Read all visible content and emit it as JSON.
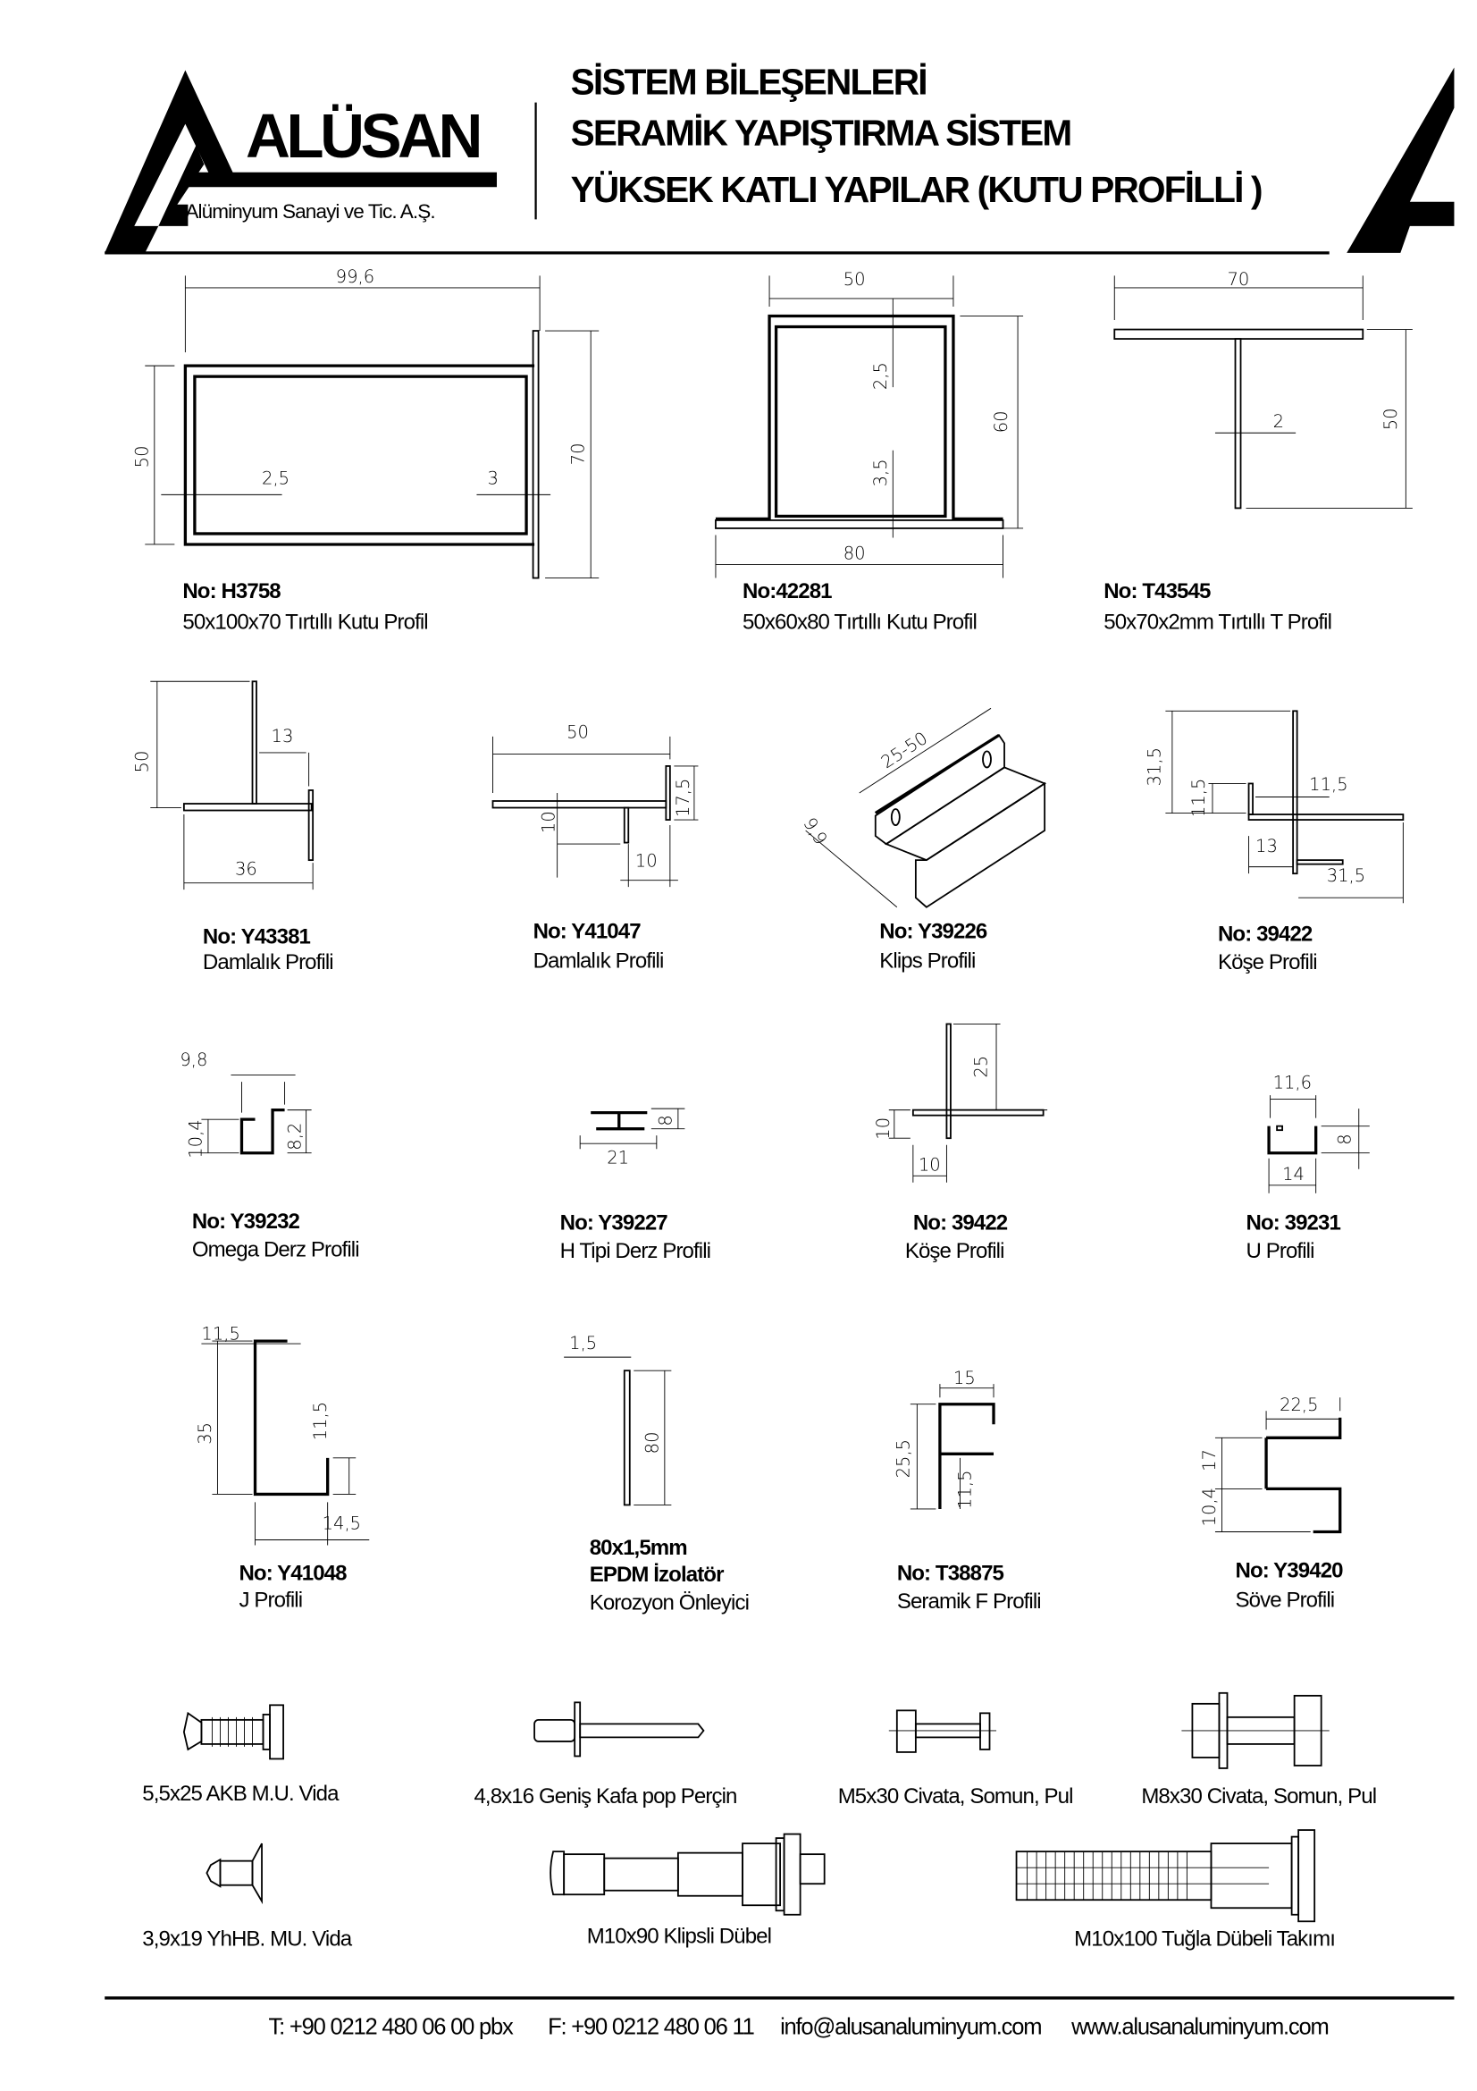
{
  "header": {
    "logo_name": "ALÜSAN",
    "logo_subtitle": "Alüminyum Sanayi ve Tic. A.Ş.",
    "title_lines": [
      "SİSTEM BİLEŞENLERİ",
      "SERAMİK YAPIŞTIRMA SİSTEM",
      "YÜKSEK KATLI YAPILAR (KUTU PROFİLLİ )"
    ]
  },
  "profiles": [
    {
      "no": "No: H3758",
      "name": "50x100x70 Tırtıllı Kutu Profil",
      "dims": [
        "99,6",
        "50",
        "70",
        "2,5",
        "3"
      ]
    },
    {
      "no": "No:42281",
      "name": "50x60x80 Tırtıllı Kutu Profil",
      "dims": [
        "50",
        "60",
        "2,5",
        "3,5",
        "80"
      ]
    },
    {
      "no": "No: T43545",
      "name": "50x70x2mm Tırtıllı T Profil",
      "dims": [
        "70",
        "50",
        "2"
      ]
    },
    {
      "no": "No: Y43381",
      "name": "Damlalık Profili",
      "dims": [
        "50",
        "13",
        "36"
      ]
    },
    {
      "no": "No: Y41047",
      "name": "Damlalık Profili",
      "dims": [
        "50",
        "17,5",
        "10",
        "10"
      ]
    },
    {
      "no": "No: Y39226",
      "name": "Klips Profili",
      "dims": [
        "25-50",
        "9,9"
      ]
    },
    {
      "no": "No: 39422",
      "name": "Köşe Profili",
      "dims": [
        "31,5",
        "11,5",
        "11,5",
        "13",
        "31,5"
      ]
    },
    {
      "no": "No: Y39232",
      "name": "Omega Derz Profili",
      "dims": [
        "9,8",
        "10,4",
        "8,2"
      ]
    },
    {
      "no": "No: Y39227",
      "name": "H Tipi Derz Profili",
      "dims": [
        "8",
        "21"
      ]
    },
    {
      "no": "No: 39422",
      "name": "Köşe Profili",
      "dims": [
        "25",
        "10",
        "10"
      ]
    },
    {
      "no": "No: 39231",
      "name": "U Profili",
      "dims": [
        "11,6",
        "8",
        "14"
      ]
    },
    {
      "no": "No: Y41048",
      "name": "J Profili",
      "dims": [
        "11,5",
        "35",
        "11,5",
        "14,5"
      ]
    },
    {
      "no": "80x1,5mm",
      "name": "EPDM İzolatör",
      "extra": "Korozyon Önleyici",
      "dims": [
        "1,5",
        "80"
      ]
    },
    {
      "no": "No: T38875",
      "name": "Seramik F Profili",
      "dims": [
        "15",
        "25,5",
        "11,5"
      ]
    },
    {
      "no": "No: Y39420",
      "name": "Söve Profili",
      "dims": [
        "22,5",
        "17",
        "10,4"
      ]
    }
  ],
  "fasteners": [
    "5,5x25 AKB M.U. Vida",
    "4,8x16 Geniş Kafa pop Perçin",
    "M5x30 Civata, Somun, Pul",
    "M8x30 Civata, Somun, Pul",
    "3,9x19 YhHB. MU. Vida",
    "M10x90 Klipsli Dübel",
    "M10x100 Tuğla Dübeli Takımı"
  ],
  "footer": {
    "phone": "T: +90 0212 480 06 00 pbx",
    "fax": "F: +90 0212 480 06 11",
    "email": "info@alusanaluminyum.com",
    "web": "www.alusanaluminyum.com"
  }
}
